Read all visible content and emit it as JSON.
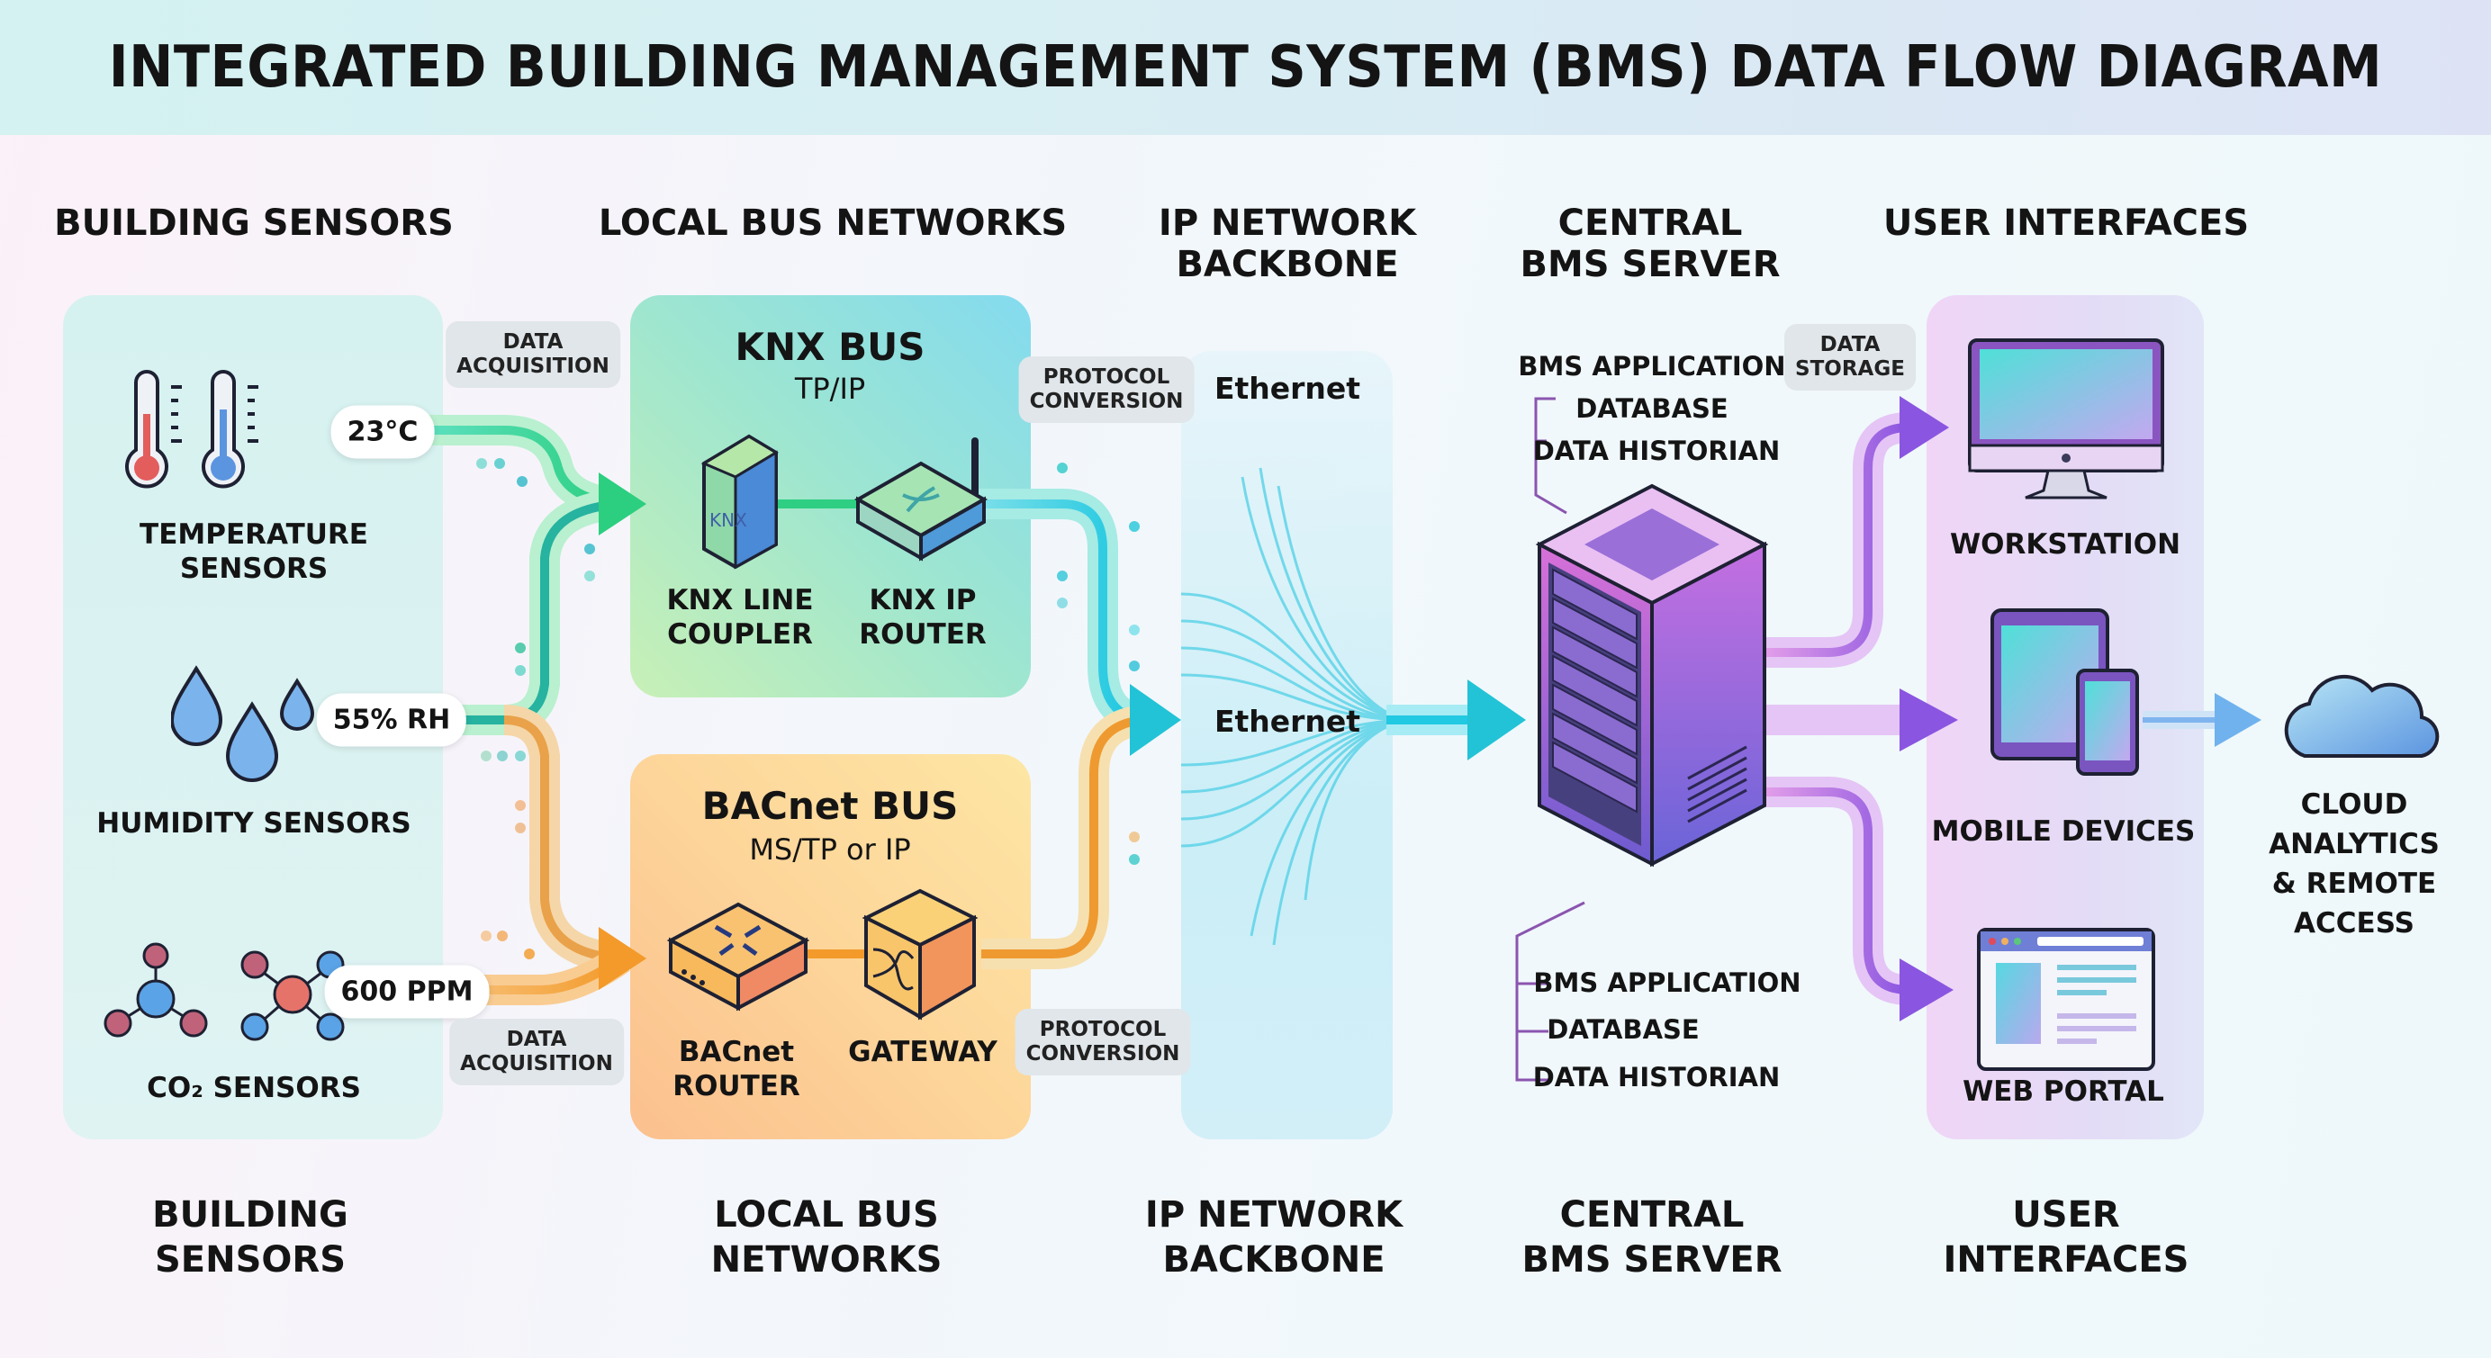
{
  "title": "INTEGRATED BUILDING MANAGEMENT SYSTEM (BMS) DATA FLOW DIAGRAM",
  "top_headers": {
    "sensors": "BUILDING SENSORS",
    "local_bus": "LOCAL BUS NETWORKS",
    "ip_network": "IP NETWORK\nBACKBONE",
    "server": "CENTRAL\nBMS SERVER",
    "ui": "USER INTERFACES"
  },
  "bottom_headers": {
    "sensors": "BUILDING\nSENSORS",
    "local_bus": "LOCAL BUS\nNETWORKS",
    "ip_network": "IP NETWORK\nBACKBONE",
    "server": "CENTRAL\nBMS SERVER",
    "ui": "USER\nINTERFACES"
  },
  "sensors": [
    {
      "name": "TEMPERATURE\nSENSORS",
      "icon": "thermometer-icon",
      "reading": "23°C"
    },
    {
      "name": "HUMIDITY SENSORS",
      "icon": "water-drops-icon",
      "reading": "55% RH"
    },
    {
      "name": "CO₂ SENSORS",
      "icon": "molecule-icon",
      "reading": "600 PPM"
    }
  ],
  "chips": {
    "data_acquisition_top": "DATA\nACQUISITION",
    "data_acquisition_bottom": "DATA\nACQUISITION",
    "protocol_conversion_top": "PROTOCOL\nCONVERSION",
    "protocol_conversion_bottom": "PROTOCOL\nCONVERSION",
    "data_storage": "DATA\nSTORAGE"
  },
  "knx": {
    "title": "KNX BUS",
    "subtitle": "TP/IP",
    "devices": [
      {
        "name": "KNX LINE\nCOUPLER",
        "icon": "din-rail-module-icon"
      },
      {
        "name": "KNX IP\nROUTER",
        "icon": "router-icon"
      }
    ]
  },
  "bacnet": {
    "title": "BACnet BUS",
    "subtitle": "MS/TP or IP",
    "devices": [
      {
        "name": "BACnet\nROUTER",
        "icon": "router-arrows-icon"
      },
      {
        "name": "GATEWAY",
        "icon": "gateway-cube-icon"
      }
    ]
  },
  "ip_network": {
    "labels": [
      "Ethernet",
      "Ethernet"
    ]
  },
  "server": {
    "top_list": [
      "BMS APPLICATION",
      "DATABASE",
      "DATA HISTORIAN"
    ],
    "bottom_list": [
      "BMS APPLICATION",
      "DATABASE",
      "DATA HISTORIAN"
    ]
  },
  "user_interfaces": [
    {
      "name": "WORKSTATION",
      "icon": "monitor-icon"
    },
    {
      "name": "MOBILE DEVICES",
      "icon": "tablet-phone-icon"
    },
    {
      "name": "WEB PORTAL",
      "icon": "browser-window-icon"
    }
  ],
  "cloud": {
    "name": "CLOUD\nANALYTICS\n& REMOTE\nACCESS",
    "icon": "cloud-icon"
  },
  "colors": {
    "green": "#2fcf8a",
    "teal": "#22c3d6",
    "orange": "#f39a2a",
    "purple": "#8a55e0",
    "sensor_panel": "#d6f1f0",
    "knx_panel_from": "#c6efb8",
    "knx_panel_to": "#86dcef",
    "bacnet_panel_from": "#f9c58e",
    "bacnet_panel_to": "#fde8a6",
    "ethernet_panel": "#d2f0f7",
    "ui_panel": "#ecd9f7",
    "chip": "#e0e6ea"
  }
}
